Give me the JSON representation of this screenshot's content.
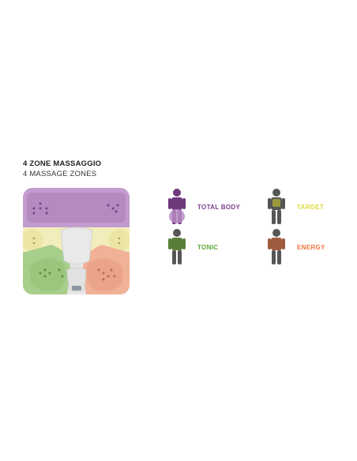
{
  "heading": {
    "title": "4 ZONE MASSAGGIO",
    "subtitle": "4 MASSAGE ZONES"
  },
  "zones": [
    {
      "key": "total-body",
      "label": "TOTAL BODY",
      "color": "#7b3f8c",
      "figure_color": "#6e3a7c",
      "icon": "person-full-body-icon"
    },
    {
      "key": "target",
      "label": "TARGET",
      "color": "#e2df3a",
      "figure_color": "#7c7a3c",
      "icon": "person-torso-icon"
    },
    {
      "key": "tonic",
      "label": "TONIC",
      "color": "#58a832",
      "figure_color": "#5a7e3a",
      "icon": "person-arms-icon"
    },
    {
      "key": "energy",
      "label": "ENERGY",
      "color": "#f07238",
      "figure_color": "#a05a3e",
      "icon": "person-back-icon"
    }
  ],
  "colors": {
    "purple_zone": "#b890c5",
    "yellow_zone": "#f1ecb0",
    "green_zone": "#a9d08e",
    "orange_zone": "#f2b49a",
    "shell": "#e3e3e3"
  }
}
